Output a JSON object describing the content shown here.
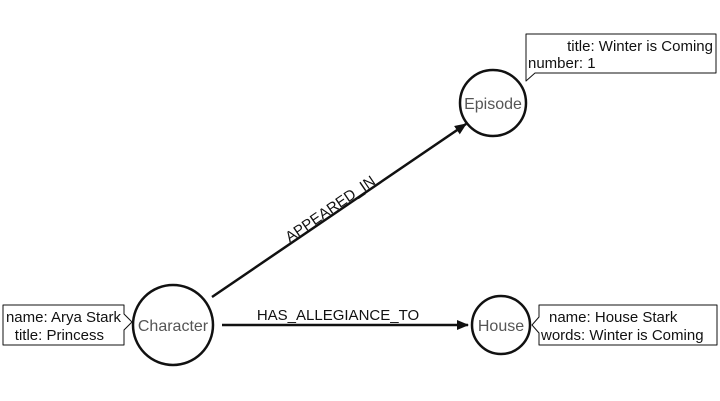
{
  "nodes": {
    "character": {
      "label": "Character"
    },
    "episode": {
      "label": "Episode"
    },
    "house": {
      "label": "House"
    }
  },
  "edges": {
    "appeared_in": {
      "label": "APPEARED_IN"
    },
    "has_allegiance_to": {
      "label": "HAS_ALLEGIANCE_TO"
    }
  },
  "properties": {
    "character": {
      "line1": "name: Arya Stark",
      "line2": "title: Princess"
    },
    "episode": {
      "line1": "title: Winter is Coming",
      "line2": "number: 1"
    },
    "house": {
      "line1": "name: House Stark",
      "line2": "words: Winter is Coming"
    }
  },
  "colors": {
    "stroke": "#111111",
    "node_text": "#555555",
    "background": "#ffffff"
  }
}
